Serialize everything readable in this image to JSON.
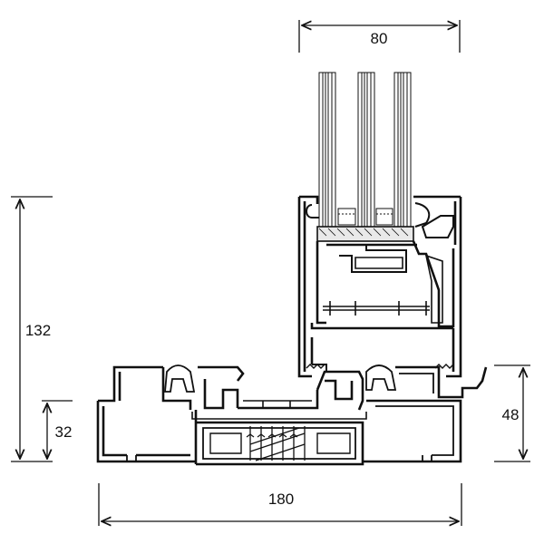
{
  "dimensions": {
    "top_width": "80",
    "total_height": "132",
    "base_height": "32",
    "sill_height": "48",
    "total_width": "180"
  },
  "colors": {
    "line": "#111111",
    "glass": "#ffffff",
    "background": "#ffffff"
  }
}
